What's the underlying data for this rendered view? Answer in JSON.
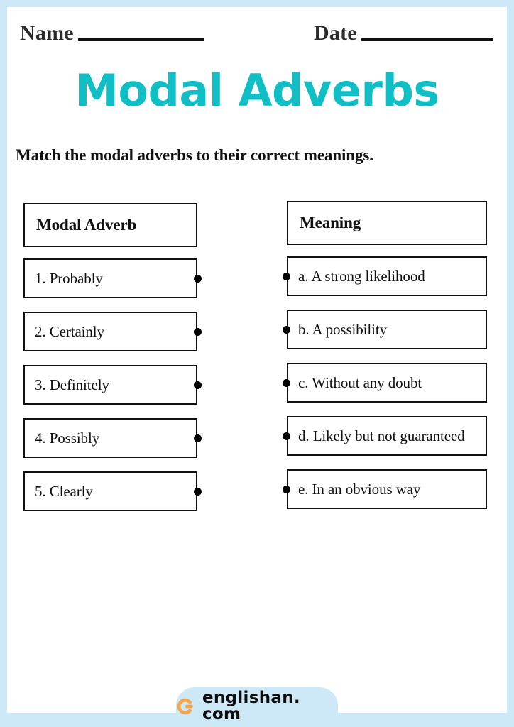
{
  "page": {
    "border_color": "#cde8f7",
    "background_color": "#ffffff"
  },
  "header": {
    "name_label": "Name",
    "date_label": "Date"
  },
  "title": {
    "text": "Modal Adverbs",
    "color": "#10bfc6"
  },
  "instruction": {
    "text": "Match the modal adverbs to their correct meanings."
  },
  "matching": {
    "left_header": "Modal Adverb",
    "right_header": "Meaning",
    "left_items": [
      {
        "label": "1. Probably"
      },
      {
        "label": "2. Certainly"
      },
      {
        "label": "3. Definitely"
      },
      {
        "label": "4. Possibly"
      },
      {
        "label": "5. Clearly"
      }
    ],
    "right_items": [
      {
        "label": "a. A strong likelihood"
      },
      {
        "label": "b. A possibility"
      },
      {
        "label": "c. Without any doubt"
      },
      {
        "label": "d. Likely but not guaranteed"
      },
      {
        "label": "e. In an obvious way"
      }
    ]
  },
  "footer": {
    "brand_name": "englishan. com",
    "logo_icon": "englishan-c-logo-icon",
    "logo_color": "#f5a64b",
    "badge_color": "#cde8f7"
  }
}
